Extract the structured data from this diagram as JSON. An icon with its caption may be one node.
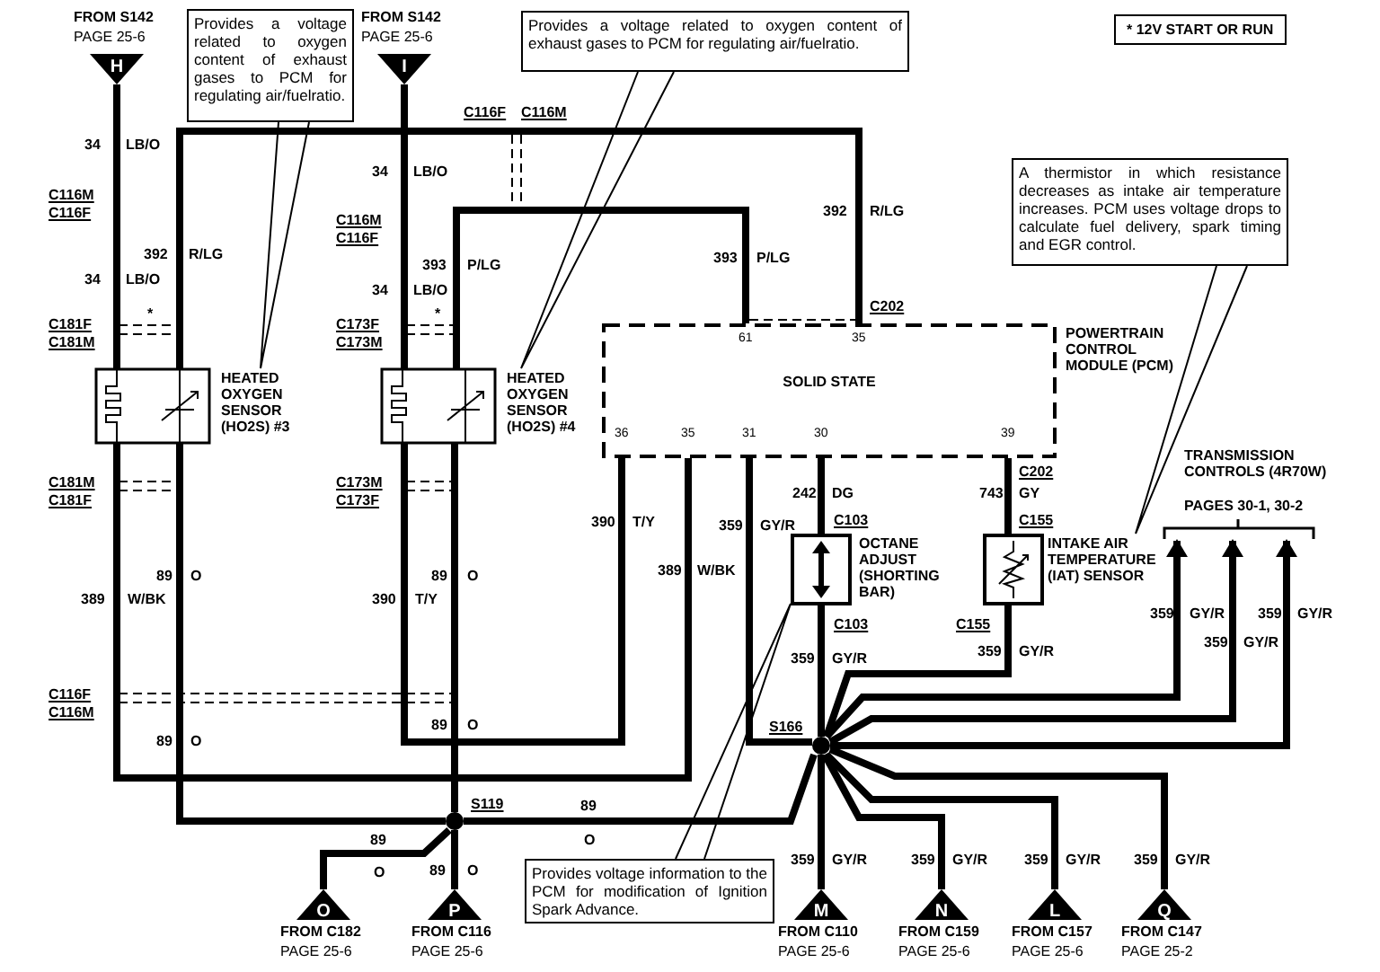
{
  "diagram": {
    "nodes": [
      {
        "text": [
          "H"
        ],
        "beside": [
          "FROM S142",
          "PAGE 25-6"
        ]
      },
      {
        "text": [
          "I"
        ],
        "beside": [
          "FROM S142",
          "PAGE 25-6"
        ]
      },
      {
        "text": [
          "Provides a voltage related to oxygen content of exhaust gases to PCM for regulating air/fuelratio."
        ]
      },
      {
        "text": [
          "Provides a voltage related to oxygen content of exhaust gases to PCM for regulating air/fuelratio."
        ]
      },
      {
        "text": [
          "A thermistor in which resistance decreases as intake air temperature increases. PCM uses voltage drops to calculate fuel delivery, spark timing and EGR control."
        ]
      },
      {
        "text": [
          "HEATED OXYGEN SENSOR (HO2S) #3"
        ]
      },
      {
        "text": [
          "HEATED OXYGEN SENSOR (HO2S) #4"
        ]
      },
      {
        "text": [
          "POWERTRAIN CONTROL MODULE (PCM)",
          "SOLID STATE"
        ]
      },
      {
        "text": [
          "TRANSMISSION CONTROLS (4R70W)",
          "PAGES 30-1, 30-2"
        ]
      },
      {
        "text": [
          "OCTANE ADJUST (SHORTING BAR)"
        ]
      },
      {
        "text": [
          "INTAKE AIR TEMPERATURE (IAT) SENSOR"
        ]
      },
      {
        "text": [],
        "shape": "circle",
        "beside": [
          "S166"
        ]
      },
      {
        "text": [],
        "shape": "circle",
        "beside": [
          "S119"
        ]
      },
      {
        "text": [
          "Provides voltage information to the PCM for modification of Ignition Spark Advance."
        ]
      },
      {
        "text": [
          "O"
        ],
        "beside": [
          "FROM C182",
          "PAGE 25-6"
        ]
      },
      {
        "text": [
          "P"
        ],
        "beside": [
          "FROM C116",
          "PAGE 25-6"
        ]
      },
      {
        "text": [
          "M"
        ],
        "beside": [
          "FROM C110",
          "PAGE 25-6"
        ]
      },
      {
        "text": [
          "N"
        ],
        "beside": [
          "FROM C159",
          "PAGE 25-6"
        ]
      },
      {
        "text": [
          "L"
        ],
        "beside": [
          "FROM C157",
          "PAGE 25-6"
        ]
      },
      {
        "text": [
          "Q"
        ],
        "beside": [
          "FROM C147",
          "PAGE 25-2"
        ]
      }
    ],
    "edges": [
      {
        "from": 0,
        "to": 5,
        "arrow": "none"
      },
      {
        "from": 5,
        "to": 7,
        "arrow": "none"
      },
      {
        "from": 1,
        "to": 6,
        "arrow": "none"
      },
      {
        "from": 6,
        "to": 7,
        "arrow": "none"
      },
      {
        "from": 5,
        "to": 7,
        "arrow": "none"
      },
      {
        "from": 6,
        "to": 7,
        "arrow": "none"
      },
      {
        "from": 5,
        "to": 12,
        "arrow": "none"
      },
      {
        "from": 6,
        "to": 12,
        "arrow": "none"
      },
      {
        "from": 12,
        "to": 14,
        "arrow": "none"
      },
      {
        "from": 12,
        "to": 15,
        "arrow": "none"
      },
      {
        "from": 12,
        "to": 11,
        "arrow": "none"
      },
      {
        "from": 7,
        "to": 11,
        "arrow": "none"
      },
      {
        "from": 7,
        "to": 9,
        "arrow": "none"
      },
      {
        "from": 9,
        "to": 11,
        "arrow": "none"
      },
      {
        "from": 7,
        "to": 10,
        "arrow": "none"
      },
      {
        "from": 10,
        "to": 11,
        "arrow": "none"
      },
      {
        "from": 11,
        "to": 8,
        "arrow": "to"
      },
      {
        "from": 11,
        "to": 8,
        "arrow": "to"
      },
      {
        "from": 11,
        "to": 8,
        "arrow": "to"
      },
      {
        "from": 11,
        "to": 16,
        "arrow": "none"
      },
      {
        "from": 11,
        "to": 17,
        "arrow": "none"
      },
      {
        "from": 11,
        "to": 18,
        "arrow": "none"
      },
      {
        "from": 11,
        "to": 19,
        "arrow": "none"
      },
      {
        "from": 2,
        "to": 5,
        "arrow": "none"
      },
      {
        "from": 3,
        "to": 6,
        "arrow": "none"
      },
      {
        "from": 4,
        "to": 10,
        "arrow": "none"
      },
      {
        "from": 13,
        "to": 9,
        "arrow": "none"
      }
    ],
    "labels": [
      "* 12V START OR RUN",
      "C116F",
      "C116M",
      "34",
      "LB/O",
      "34",
      "LB/O",
      "C116M",
      "C116F",
      "392",
      "R/LG",
      "C116M",
      "C116F",
      "392",
      "R/LG",
      "393",
      "P/LG",
      "393",
      "P/LG",
      "34",
      "LB/O",
      "34",
      "LB/O",
      "C202",
      "*",
      "*",
      "C181F",
      "C181M",
      "C173F",
      "C173M",
      "61",
      "35",
      "36",
      "35",
      "31",
      "30",
      "39",
      "C202",
      "C181M",
      "C181F",
      "C173M",
      "C173F",
      "242",
      "DG",
      "743",
      "GY",
      "390",
      "T/Y",
      "359",
      "GY/R",
      "C103",
      "C155",
      "389",
      "W/BK",
      "89",
      "O",
      "89",
      "O",
      "389",
      "W/BK",
      "390",
      "T/Y",
      "359",
      "GY/R",
      "359",
      "GY/R",
      "C103",
      "C155",
      "359",
      "GY/R",
      "359",
      "GY/R",
      "359",
      "GY/R",
      "C116F",
      "C116M",
      "89",
      "O",
      "89",
      "O",
      "89",
      "89",
      "O",
      "O",
      "89",
      "O",
      "359",
      "GY/R",
      "359",
      "GY/R",
      "359",
      "GY/R",
      "359",
      "GY/R"
    ]
  }
}
